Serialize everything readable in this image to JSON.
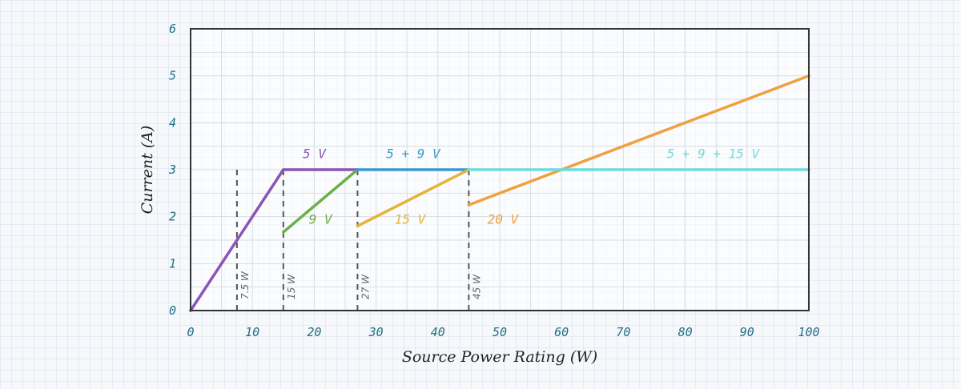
{
  "chart_data": {
    "type": "line",
    "xlabel": "Source Power Rating (W)",
    "ylabel": "Current (A)",
    "xlim": [
      0,
      100
    ],
    "ylim": [
      0,
      6
    ],
    "xticks": [
      0,
      10,
      20,
      30,
      40,
      50,
      60,
      70,
      80,
      90,
      100
    ],
    "yticks": [
      0,
      1,
      2,
      3,
      4,
      5,
      6
    ],
    "grid": true,
    "series": [
      {
        "name": "5 V",
        "color": "#8a55b5",
        "x": [
          0,
          15,
          27
        ],
        "y": [
          0,
          3,
          3
        ],
        "label_at": [
          20,
          3.25
        ]
      },
      {
        "name": "9 V",
        "color": "#6ab04c",
        "x": [
          15,
          27
        ],
        "y": [
          1.67,
          3
        ],
        "label_at": [
          21,
          1.85
        ]
      },
      {
        "name": "5 + 9 V",
        "color": "#3a9ad0",
        "x": [
          27,
          45
        ],
        "y": [
          3,
          3
        ],
        "label_at": [
          36,
          3.25
        ]
      },
      {
        "name": "15 V",
        "color": "#e3b33a",
        "x": [
          27,
          45
        ],
        "y": [
          1.8,
          3
        ],
        "label_at": [
          35.5,
          1.85
        ]
      },
      {
        "name": "20 V",
        "color": "#f0a040",
        "x": [
          45,
          100
        ],
        "y": [
          2.25,
          5
        ],
        "label_at": [
          50.5,
          1.85
        ]
      },
      {
        "name": "5 + 9 + 15 V",
        "color": "#6fdcdc",
        "x": [
          45,
          100
        ],
        "y": [
          3,
          3
        ],
        "label_at": [
          84.5,
          3.25
        ]
      }
    ],
    "markers": [
      {
        "x": 7.5,
        "label": "7.5 W"
      },
      {
        "x": 15,
        "label": "15 W"
      },
      {
        "x": 27,
        "label": "27 W"
      },
      {
        "x": 45,
        "label": "45 W"
      }
    ]
  }
}
